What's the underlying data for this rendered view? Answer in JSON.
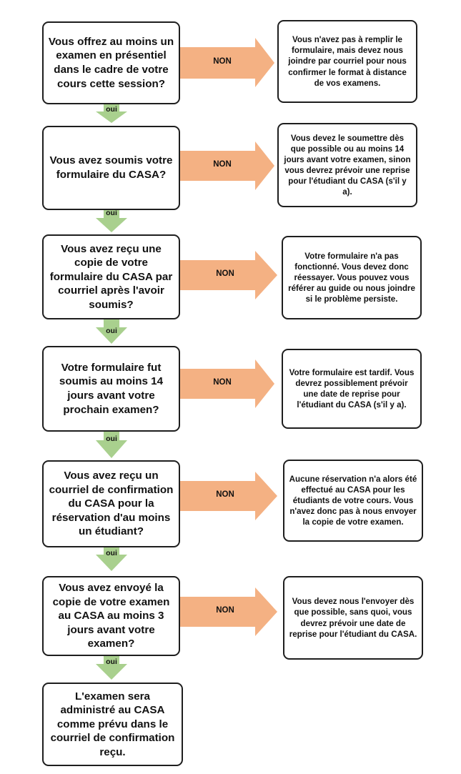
{
  "colors": {
    "non_arrow": "#f4b183",
    "oui_arrow": "#a9d08e",
    "border": "#1e1e1e"
  },
  "labels": {
    "non": "NON",
    "oui": "oui"
  },
  "steps": [
    {
      "question": "Vous offrez au moins un examen en présentiel dans le cadre de votre cours cette session?",
      "answer": "Vous n'avez pas à remplir le formulaire, mais devez nous joindre par courriel pour nous confirmer le format à distance de vos examens."
    },
    {
      "question": "Vous avez soumis votre formulaire du CASA?",
      "answer": "Vous devez le soumettre dès que possible ou au moins 14 jours avant votre examen, sinon vous devrez prévoir une reprise pour l'étudiant du CASA (s'il y a)."
    },
    {
      "question": "Vous avez reçu une copie de votre formulaire du CASA par courriel après l'avoir soumis?",
      "answer": "Votre formulaire n'a pas fonctionné. Vous devez donc réessayer. Vous pouvez vous référer au guide ou nous joindre si le problème persiste."
    },
    {
      "question": "Votre formulaire fut soumis au moins 14 jours avant votre prochain examen?",
      "answer": "Votre formulaire est tardif. Vous devrez possiblement prévoir une date de reprise pour l'étudiant du CASA (s'il y a)."
    },
    {
      "question": "Vous avez reçu un courriel de confirmation du CASA pour la réservation d'au moins un étudiant?",
      "answer": "Aucune réservation n'a alors été effectué au CASA pour les étudiants de votre cours. Vous n'avez donc pas à nous envoyer la copie de votre examen."
    },
    {
      "question": "Vous avez envoyé la copie de votre examen au CASA au moins 3 jours avant votre examen?",
      "answer": "Vous devez nous l'envoyer dès que possible, sans quoi, vous devrez prévoir une date de reprise pour l'étudiant du CASA."
    }
  ],
  "final": "L'examen sera administré au CASA comme prévu dans le courriel de confirmation reçu."
}
